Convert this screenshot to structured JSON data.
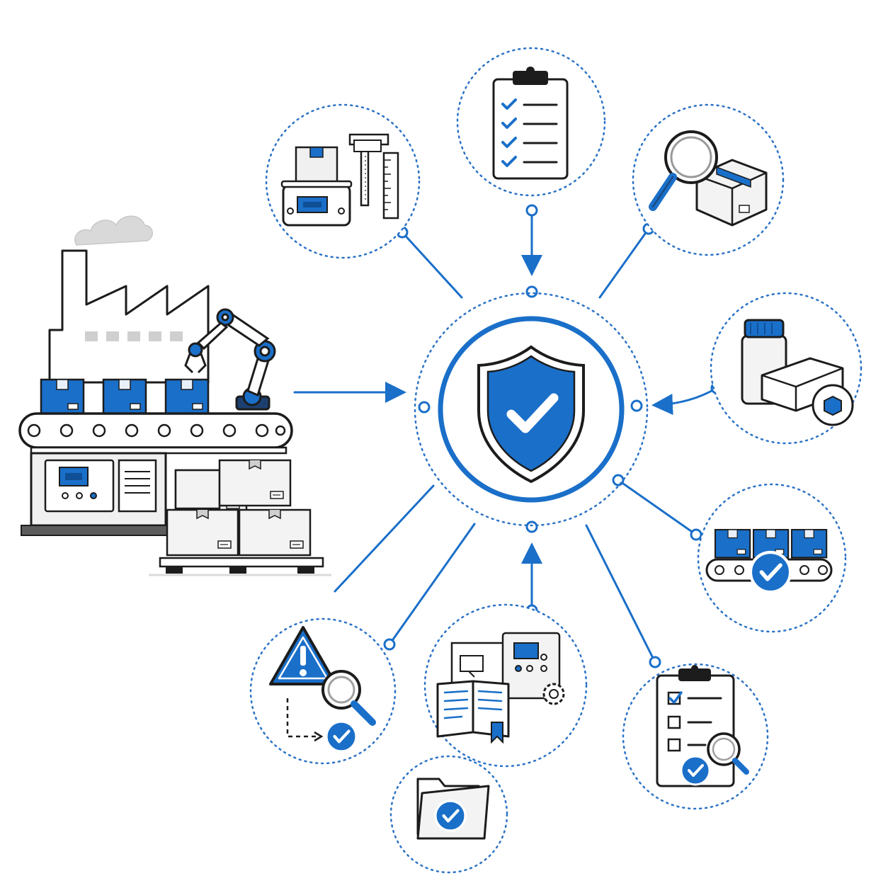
{
  "colors": {
    "accent": "#1a6fc9",
    "accent_dark": "#0f4f96",
    "stroke": "#1c1c1c",
    "muted_fill": "#eeeeee",
    "dotted": "#2a72c6",
    "background": "#ffffff"
  },
  "hub": {
    "icon": "shield-check-icon"
  },
  "factory": {
    "icon": "factory-production-line-icon"
  },
  "nodes": [
    {
      "id": "measurement-tools",
      "icon": "scale-caliper-ruler-icon"
    },
    {
      "id": "inspection-checklist",
      "icon": "clipboard-checklist-icon"
    },
    {
      "id": "package-inspection",
      "icon": "magnifier-box-icon"
    },
    {
      "id": "materials-supplies",
      "icon": "bottle-box-icon"
    },
    {
      "id": "conveyor-verification",
      "icon": "conveyor-check-icon"
    },
    {
      "id": "audit-checklist",
      "icon": "clipboard-magnifier-check-icon"
    },
    {
      "id": "approved-records",
      "icon": "folder-check-icon"
    },
    {
      "id": "documentation-equipment",
      "icon": "manual-panel-gear-icon"
    },
    {
      "id": "issue-investigation",
      "icon": "warning-magnifier-check-icon"
    }
  ]
}
